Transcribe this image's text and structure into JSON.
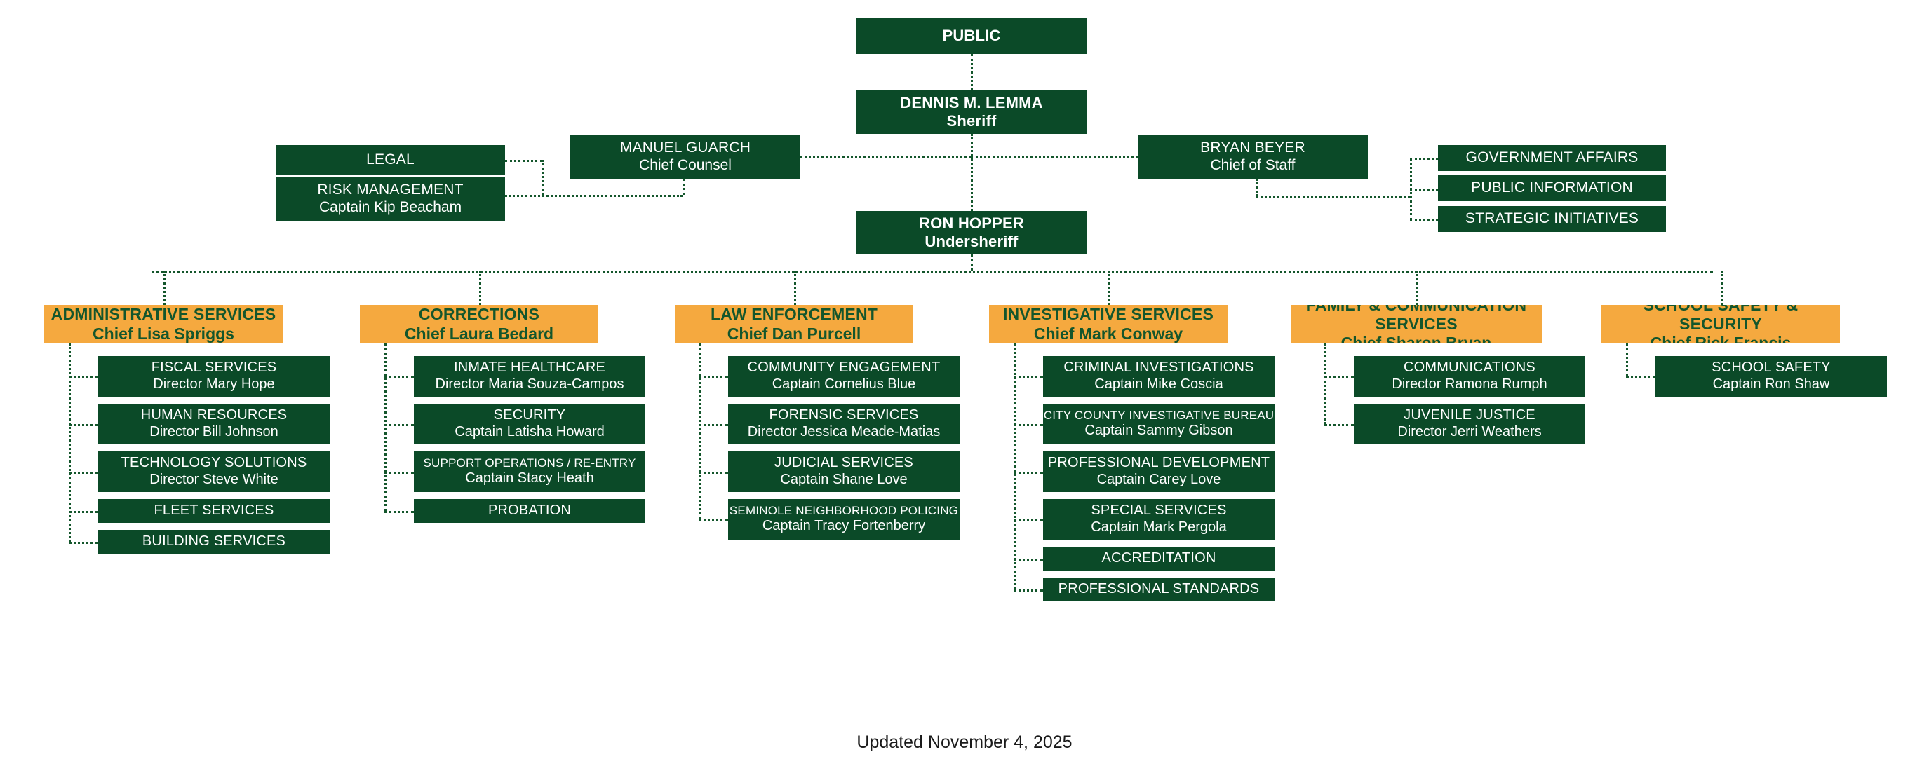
{
  "chart_data": {
    "type": "diagram",
    "title": "Sheriff's Office Organizational Chart",
    "footer": "Updated November 4, 2025"
  },
  "colors": {
    "green": "#0b4a28",
    "orange": "#f5a93f",
    "green_text": "#14562c",
    "connector": "#14562c"
  },
  "top": {
    "public": {
      "title": "PUBLIC"
    },
    "sheriff": {
      "title": "DENNIS M. LEMMA",
      "subtitle": "Sheriff"
    },
    "undersheriff": {
      "title": "RON HOPPER",
      "subtitle": "Undersheriff"
    }
  },
  "staff": {
    "legal": {
      "title": "LEGAL"
    },
    "risk_management": {
      "title": "RISK MANAGEMENT",
      "subtitle": "Captain Kip Beacham"
    },
    "chief_counsel": {
      "title": "MANUEL GUARCH",
      "subtitle": "Chief Counsel"
    },
    "chief_of_staff": {
      "title": "BRYAN BEYER",
      "subtitle": "Chief of Staff"
    },
    "government_affairs": {
      "title": "GOVERNMENT AFFAIRS"
    },
    "public_information": {
      "title": "PUBLIC INFORMATION"
    },
    "strategic_initiatives": {
      "title": "STRATEGIC INITIATIVES"
    }
  },
  "divisions": [
    {
      "key": "administrative-services",
      "title": "ADMINISTRATIVE SERVICES",
      "subtitle": "Chief Lisa Spriggs",
      "units": [
        {
          "title": "FISCAL SERVICES",
          "subtitle": "Director Mary Hope"
        },
        {
          "title": "HUMAN RESOURCES",
          "subtitle": "Director Bill Johnson"
        },
        {
          "title": "TECHNOLOGY SOLUTIONS",
          "subtitle": "Director Steve White"
        },
        {
          "title": "FLEET SERVICES",
          "subtitle": ""
        },
        {
          "title": "BUILDING SERVICES",
          "subtitle": ""
        }
      ]
    },
    {
      "key": "corrections",
      "title": "CORRECTIONS",
      "subtitle": "Chief Laura Bedard",
      "units": [
        {
          "title": "INMATE HEALTHCARE",
          "subtitle": "Director Maria Souza-Campos"
        },
        {
          "title": "SECURITY",
          "subtitle": "Captain Latisha Howard"
        },
        {
          "title": "SUPPORT OPERATIONS / RE-ENTRY",
          "subtitle": "Captain Stacy Heath"
        },
        {
          "title": "PROBATION",
          "subtitle": ""
        }
      ]
    },
    {
      "key": "law-enforcement",
      "title": "LAW ENFORCEMENT",
      "subtitle": "Chief Dan Purcell",
      "units": [
        {
          "title": "COMMUNITY ENGAGEMENT",
          "subtitle": "Captain Cornelius Blue"
        },
        {
          "title": "FORENSIC SERVICES",
          "subtitle": "Director Jessica Meade-Matias"
        },
        {
          "title": "JUDICIAL SERVICES",
          "subtitle": "Captain Shane Love"
        },
        {
          "title": "SEMINOLE NEIGHBORHOOD POLICING",
          "subtitle": "Captain Tracy Fortenberry"
        }
      ]
    },
    {
      "key": "investigative-services",
      "title": "INVESTIGATIVE SERVICES",
      "subtitle": "Chief Mark Conway",
      "units": [
        {
          "title": "CRIMINAL INVESTIGATIONS",
          "subtitle": "Captain Mike Coscia"
        },
        {
          "title": "CITY COUNTY INVESTIGATIVE BUREAU",
          "subtitle": "Captain Sammy Gibson"
        },
        {
          "title": "PROFESSIONAL DEVELOPMENT",
          "subtitle": "Captain Carey Love"
        },
        {
          "title": "SPECIAL SERVICES",
          "subtitle": "Captain Mark Pergola"
        },
        {
          "title": "ACCREDITATION",
          "subtitle": ""
        },
        {
          "title": "PROFESSIONAL STANDARDS",
          "subtitle": ""
        }
      ]
    },
    {
      "key": "family-communication-services",
      "title": "FAMILY & COMMUNICATION SERVICES",
      "subtitle": "Chief Sharon Bryan",
      "units": [
        {
          "title": "COMMUNICATIONS",
          "subtitle": "Director Ramona Rumph"
        },
        {
          "title": "JUVENILE JUSTICE",
          "subtitle": "Director Jerri Weathers"
        }
      ]
    },
    {
      "key": "school-safety-security",
      "title": "SCHOOL SAFETY & SECURITY",
      "subtitle": "Chief Rick Francis",
      "units": [
        {
          "title": "SCHOOL SAFETY",
          "subtitle": "Captain Ron Shaw"
        }
      ]
    }
  ]
}
